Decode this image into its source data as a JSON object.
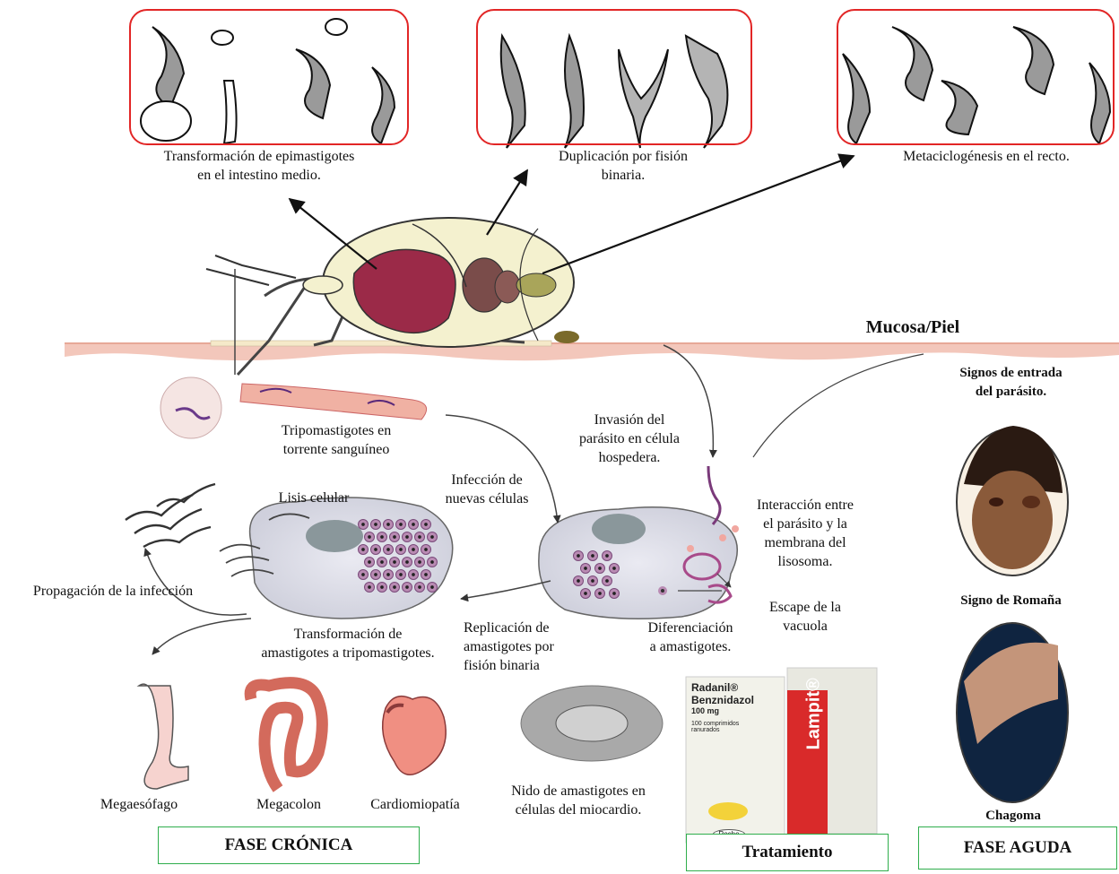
{
  "title": "",
  "panels": {
    "epimastigotes": "Transformación de epimastigotes\nen el intestino medio.",
    "fision": "Duplicación   por fisión\nbinaria.",
    "metaciclo": "Metaciclogénesis en el recto."
  },
  "skin": {
    "label": "Mucosa/Piel"
  },
  "acute": {
    "signos": "Signos de entrada\ndel parásito.",
    "romana": "Signo de Romaña",
    "chagoma": "Chagoma",
    "box": "FASE AGUDA"
  },
  "cycle": {
    "tripo": "Tripomastigotes  en\ntorrente sanguíneo",
    "invasion": "Invasión del\nparásito en célula\nhospedera.",
    "infeccion": "Infección de\nnuevas células",
    "lisis": "Lisis celular",
    "interaccion": "Interacción entre\nel parásito y la\nmembrana del\nlisosoma.",
    "propagacion": "Propagación de la infección",
    "escape": "Escape de la\nvacuola",
    "replicacion": "Replicación    de\namastigotes  por\nfisión binaria",
    "diferenciacion": "Diferenciación\na amastigotes.",
    "transformacion": "Transformación de\namastigotes a tripomastigotes.",
    "nido": "Nido de amastigotes en\ncélulas del miocardio."
  },
  "chronic": {
    "megaesofago": "Megaesófago",
    "megacolon": "Megacolon",
    "cardio": "Cardiomiopatía",
    "box": "FASE  CRÓNICA"
  },
  "treatment": {
    "box": "Tratamiento",
    "drug1_name": "Radanil®",
    "drug1_sub": "Benznidazol",
    "drug1_dose": "100 mg",
    "drug1_note": "100 comprimidos\nranurados",
    "drug1_brand": "Roche",
    "drug2_name": "Lampit®"
  },
  "colors": {
    "panel_border": "#e22626",
    "box_border": "#2fae4c",
    "skin": "#f3c7bb",
    "bug_body": "#f4f1cf",
    "bug_gut": "#9b2a48"
  }
}
